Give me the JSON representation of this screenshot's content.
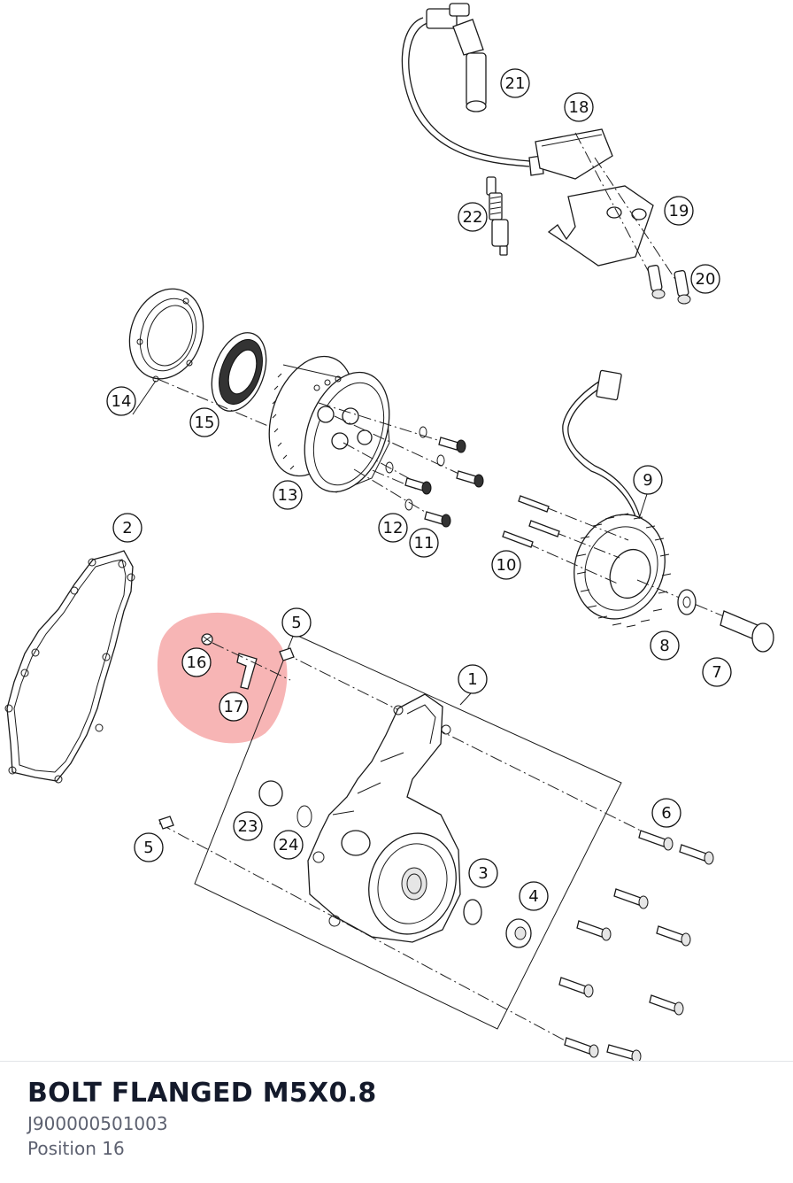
{
  "diagram": {
    "highlight_color": "#f07878",
    "highlighted_labels": [
      "16",
      "17"
    ],
    "callouts": [
      "1",
      "2",
      "3",
      "4",
      "5",
      "5",
      "6",
      "7",
      "8",
      "9",
      "10",
      "11",
      "12",
      "13",
      "14",
      "15",
      "16",
      "17",
      "18",
      "19",
      "20",
      "21",
      "22",
      "23",
      "24"
    ]
  },
  "selected_part": {
    "name": "BOLT FLANGED M5X0.8",
    "number": "J900000501003",
    "position": "Position 16"
  }
}
